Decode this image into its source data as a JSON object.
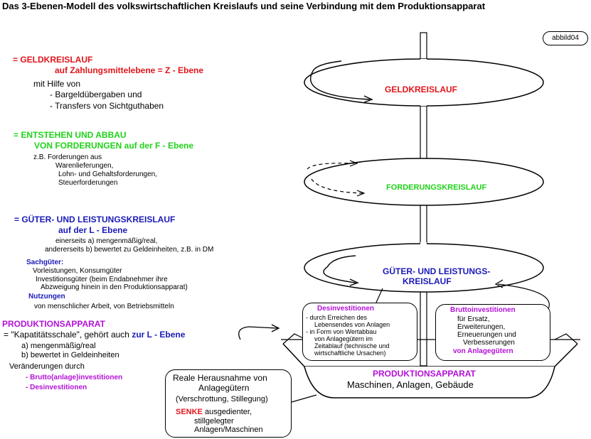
{
  "title": "Das 3-Ebenen-Modell des volkswirtschaftlichen Kreislaufs und seine Verbindung mit dem Produktionsapparat",
  "badge": "abbild04",
  "colors": {
    "red": "#e0151b",
    "green": "#1fd219",
    "blue": "#1a1ab8",
    "purple": "#b311d6"
  },
  "left": {
    "geld": {
      "line1": "= GELDKREISLAUF",
      "line2": "auf Zahlungsmittelebene  = Z - Ebene",
      "line3": "mit Hilfe von",
      "line4": "- Bargeldübergaben und",
      "line5": "- Transfers von Sichtguthaben"
    },
    "ford": {
      "line1": "= ENTSTEHEN UND ABBAU",
      "line2": "VON FORDERUNGEN auf der F - Ebene",
      "line3": "z.B. Forderungen aus",
      "line4": "Warenlieferungen,",
      "line5": "Lohn- und Gehaltsforderungen,",
      "line6": "Steuerforderungen"
    },
    "gueter": {
      "line1": "= GÜTER- UND LEISTUNGSKREISLAUF",
      "line2": "auf der L - Ebene",
      "line3": "einerseits a) mengenmäßig/real,",
      "line4": "andererseits b) bewertet zu Geldeinheiten, z.B. in DM",
      "sach_head": "Sachgüter:",
      "sach1": "Vorleistungen, Konsumgüter",
      "sach2": "Investitionsgüter (beim Endabnehmer ihre",
      "sach3": "Abzweigung hinein in den Produktionsapparat)",
      "nutz_head": "Nutzungen",
      "nutz1": "von menschlicher Arbeit, von Betriebsmitteln"
    },
    "prod": {
      "head": "PRODUKTIONSAPPARAT",
      "line1a": "= \"Kapatitätsschale\", gehört auch ",
      "line1b": "zur  L - Ebene",
      "line2": "a) mengenmäßig/real",
      "line3": "b) bewertet in Geldeinheiten",
      "line4": "Veränderungen durch",
      "line5": "- Brutto(anlage)investitionen",
      "line6": "- Desinvestitionen"
    }
  },
  "levels": {
    "geld": "GELDKREISLAUF",
    "ford": "FORDERUNGSKREISLAUF",
    "gueter1": "GÜTER- UND LEISTUNGS-",
    "gueter2": "KREISLAUF"
  },
  "desinv": {
    "head": "Desinvestitionen",
    "l1": "- durch Erreichen des",
    "l2": "Lebensendes von Anlagen",
    "l3": "- in Form von Wertabbau",
    "l4": "von Anlagegütern im",
    "l5": "Zeitablauf (technische und",
    "l6": "wirtschaftliche Ursachen)"
  },
  "brutto": {
    "head": "Bruttoinvestitionen",
    "l1": "für Ersatz,",
    "l2": "Erweiterungen,",
    "l3": "Erneuerungen und",
    "l4": "Verbesserungen",
    "l5": "von Anlagegütern"
  },
  "bowl": {
    "head": "PRODUKTIONSAPPARAT",
    "sub": "Maschinen, Anlagen, Gebäude"
  },
  "real": {
    "l1": "Reale Herausnahme von",
    "l2": "Anlagegütern",
    "l3": "(Verschrottung, Stillegung)",
    "senke": "SENKE",
    "l4": " ausgedienter,",
    "l5": "stillgelegter",
    "l6": "Anlagen/Maschinen"
  }
}
